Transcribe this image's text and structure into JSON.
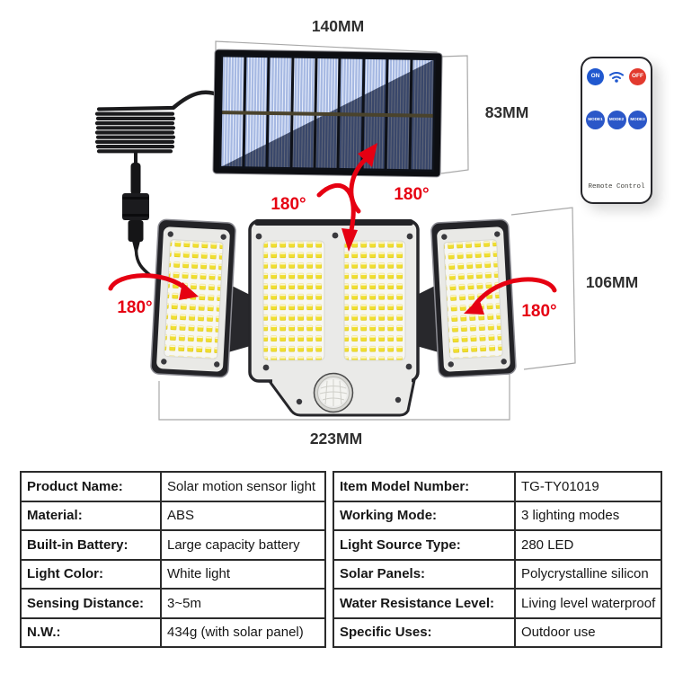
{
  "product_illustration": {
    "dimension_labels": {
      "solar_panel_width": "140MM",
      "solar_panel_height": "83MM",
      "light_height": "106MM",
      "light_width": "223MM"
    },
    "rotation_labels": {
      "solar_tilt_left": "180°",
      "solar_tilt_right": "180°",
      "left_head": "180°",
      "right_head": "180°"
    },
    "remote": {
      "on": "ON",
      "off": "OFF",
      "modes": [
        "MODE1",
        "MODE2",
        "MODE3"
      ],
      "label": "Remote Control"
    }
  },
  "colors": {
    "accent_red": "#e60012",
    "remote_blue": "#2058cf",
    "remote_off_red": "#e23a2e",
    "led_yellow": "#f0df2e",
    "solar_cell_blue": "#7f9ad6",
    "dimension_line_gray": "#a8a8a8"
  },
  "spec_tables": {
    "left": {
      "rows": [
        {
          "label": "Product Name:",
          "value": "Solar motion sensor light"
        },
        {
          "label": "Material:",
          "value": "ABS"
        },
        {
          "label": "Built-in Battery:",
          "value": "Large capacity battery"
        },
        {
          "label": "Light Color:",
          "value": "White light"
        },
        {
          "label": "Sensing Distance:",
          "value": "3~5m"
        },
        {
          "label": "N.W.:",
          "value": "434g (with solar panel)"
        }
      ]
    },
    "right": {
      "rows": [
        {
          "label": "Item Model Number:",
          "value": "TG-TY01019"
        },
        {
          "label": "Working Mode:",
          "value": "3 lighting modes"
        },
        {
          "label": "Light Source Type:",
          "value": "280 LED"
        },
        {
          "label": "Solar Panels:",
          "value": "Polycrystalline silicon"
        },
        {
          "label": "Water Resistance Level:",
          "value": "Living level waterproof"
        },
        {
          "label": "Specific Uses:",
          "value": "Outdoor use"
        }
      ]
    }
  }
}
